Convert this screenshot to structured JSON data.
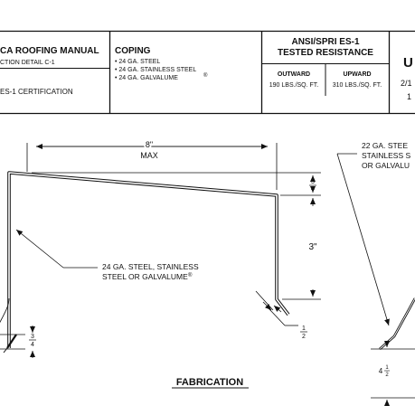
{
  "title_block": {
    "manual": "CA ROOFING MANUAL",
    "detail": "CTION DETAIL C-1",
    "certification": "ES-1 CERTIFICATION",
    "section": {
      "title": "COPING",
      "items": [
        "• 24 GA. STEEL",
        "• 24 GA. STAINLESS STEEL",
        "• 24 GA. GALVALUME"
      ],
      "reg_mark": "®"
    },
    "resistance": {
      "line1": "ANSI/SPRI ES-1",
      "line2": "TESTED RESISTANCE",
      "outward_label": "OUTWARD",
      "upward_label": "UPWARD",
      "outward_value": "190 LBS./SQ. FT.",
      "upward_value": "310 LBS./SQ. FT."
    },
    "right_col": {
      "letter": "U",
      "date": "2/1",
      "num": "1"
    }
  },
  "drawing": {
    "dim_top_value": "8\"",
    "dim_top_note": "MAX",
    "dim_right_small": {
      "num": "3",
      "den": "4"
    },
    "dim_right_value": "3\"",
    "dim_lip": {
      "num": "1",
      "den": "2"
    },
    "dim_left_lip": {
      "num": "3",
      "den": "4"
    },
    "material_line1": "24 GA. STEEL, STAINLESS",
    "material_line2": "STEEL OR GALVALUME",
    "material_reg": "®",
    "cleat_line1": "22 GA. STEE",
    "cleat_line2": "STAINLESS S",
    "cleat_line3": "OR GALVALU",
    "cleat_dim": {
      "whole": "4",
      "num": "1",
      "den": "2"
    },
    "heading": "FABRICATION"
  }
}
